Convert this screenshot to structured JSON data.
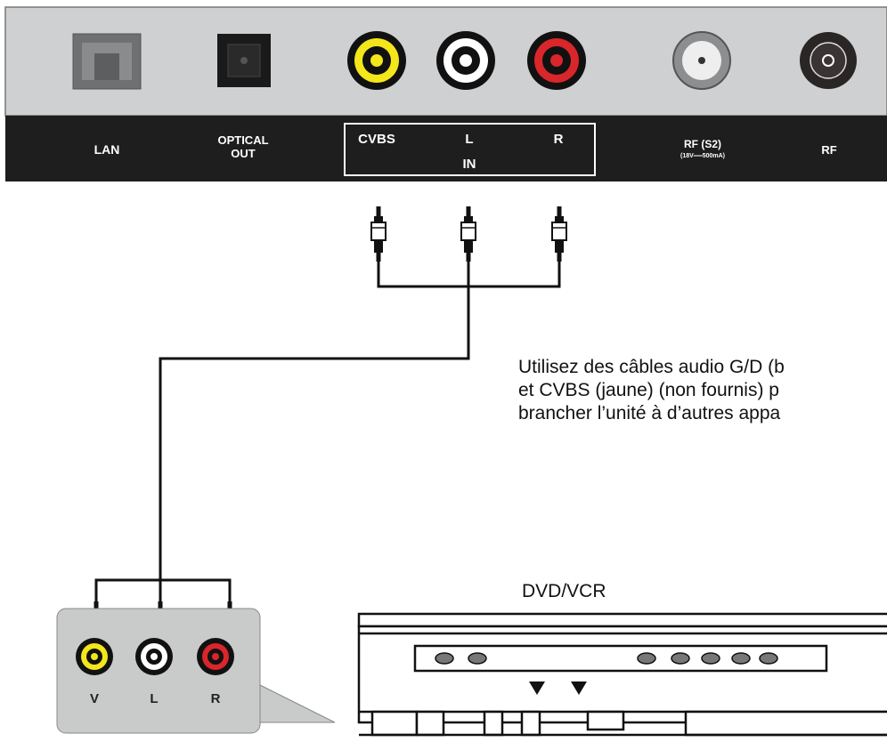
{
  "back_panel": {
    "ports": {
      "lan": "LAN",
      "optical_line1": "OPTICAL",
      "optical_line2": "OUT",
      "cvbs": "CVBS",
      "left": "L",
      "right": "R",
      "input_group": "IN",
      "rf_s2": "RF (S2)",
      "rf_s2_rating": "(18V══500mA)",
      "rf": "RF"
    }
  },
  "caption": {
    "line1": "Utilisez des câbles audio G/D (b",
    "line2": "et CVBS (jaune) (non fournis) p",
    "line3": "brancher l’unité à d’autres appa"
  },
  "device": {
    "label": "DVD/VCR",
    "jacks": {
      "v": "V",
      "l": "L",
      "r": "R"
    }
  },
  "colors": {
    "panel_grey": "#cfd0d2",
    "label_strip": "#1e1e1e",
    "video_yellow": "#f3e61a",
    "audio_white": "#ffffff",
    "audio_red": "#d8262a"
  }
}
